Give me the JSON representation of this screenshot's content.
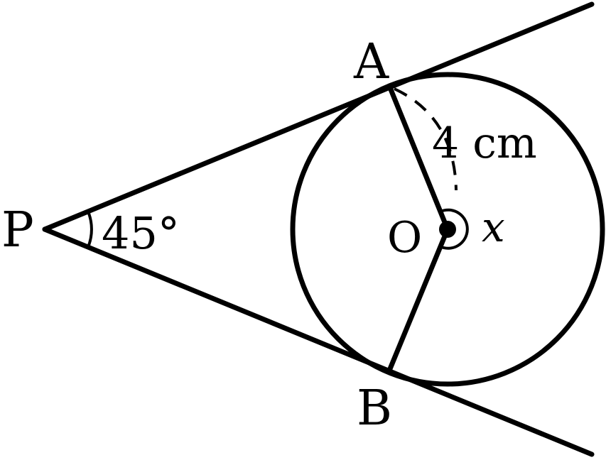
{
  "points": {
    "p": "P",
    "a": "A",
    "b": "B",
    "o": "O"
  },
  "angle_label": "45°",
  "radius_label": "4 cm",
  "variable_label": "x",
  "colors": {
    "ink": "#000000",
    "background": "#ffffff"
  }
}
